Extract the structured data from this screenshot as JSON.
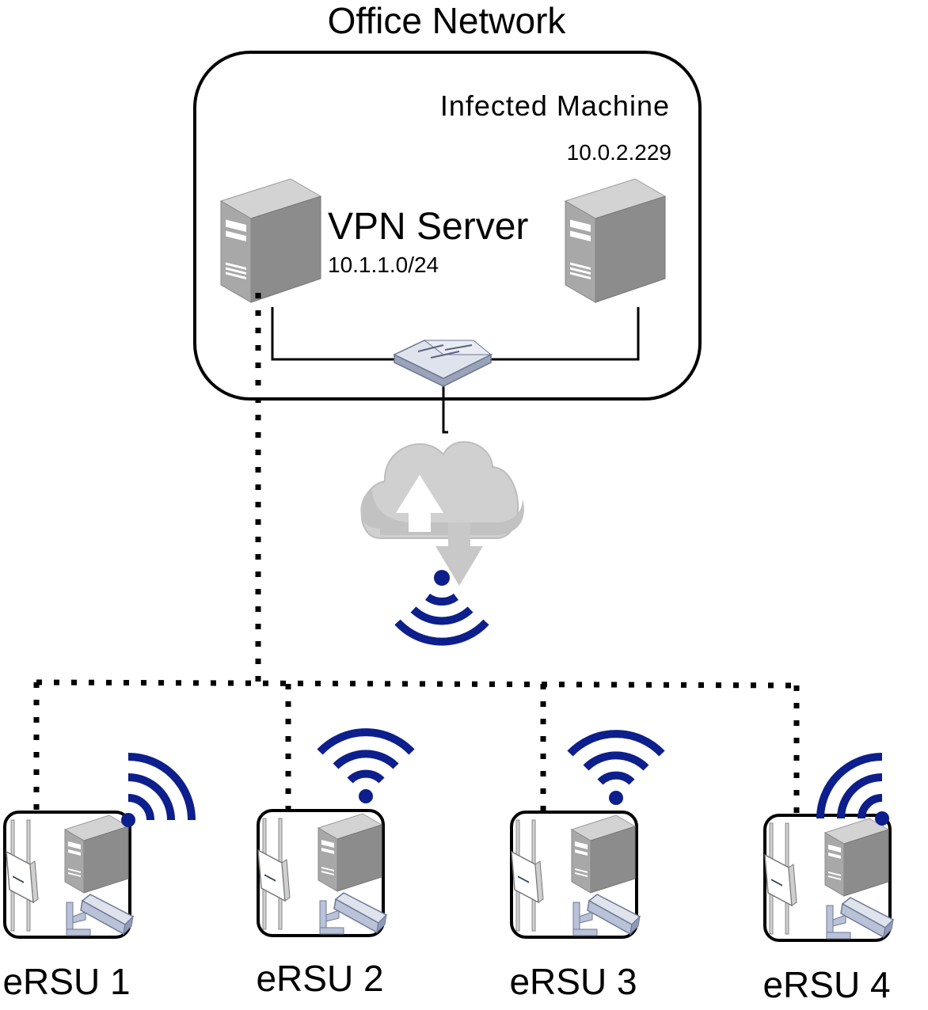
{
  "office": {
    "title": "Office Network",
    "vpn_server": {
      "label": "VPN Server",
      "subnet": "10.1.1.0/24"
    },
    "infected_machine": {
      "label": "Infected Machine",
      "ip": "10.0.2.229"
    }
  },
  "ersu_nodes": [
    {
      "label": "eRSU 1"
    },
    {
      "label": "eRSU 2"
    },
    {
      "label": "eRSU 3"
    },
    {
      "label": "eRSU 4"
    }
  ],
  "colors": {
    "wifi": "#0d1f8c",
    "server_front": "#a6a6a6",
    "server_side": "#8a8a8a",
    "cloud": "#d0d0d0"
  }
}
